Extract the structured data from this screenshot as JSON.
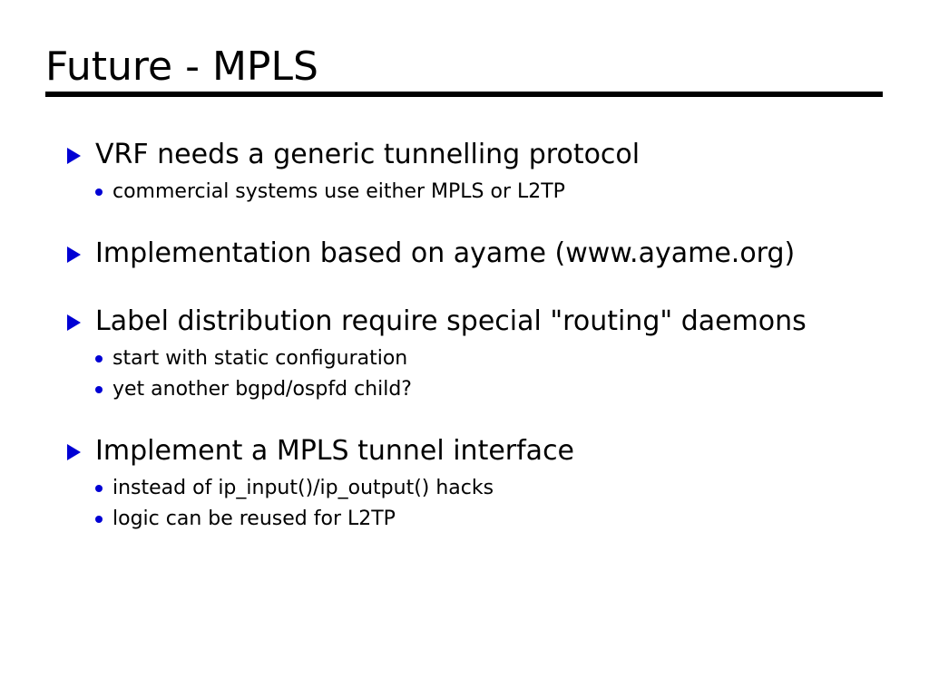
{
  "slide": {
    "title": "Future - MPLS",
    "accent_color": "#0000d4",
    "text_color": "#000000",
    "background_color": "#ffffff",
    "rule_color": "#000000",
    "bullet_marker_level1": "triangle-right",
    "bullet_marker_level2": "round-dot",
    "groups": [
      {
        "heading": "VRF needs a generic tunnelling protocol",
        "sub": [
          "commercial systems use either MPLS or L2TP"
        ]
      },
      {
        "heading": "Implementation based on ayame (www.ayame.org)",
        "sub": []
      },
      {
        "heading": "Label distribution require special \"routing\" daemons",
        "sub": [
          "start with static configuration",
          "yet another bgpd/ospfd child?"
        ]
      },
      {
        "heading": "Implement a MPLS tunnel interface",
        "sub": [
          "instead of ip_input()/ip_output() hacks",
          "logic can be reused for L2TP"
        ]
      }
    ]
  }
}
